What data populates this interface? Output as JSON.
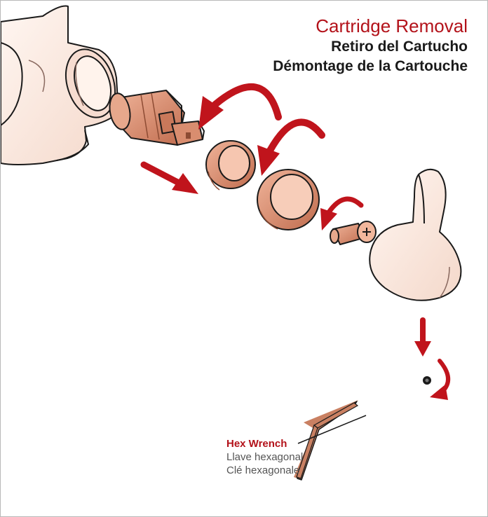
{
  "title": {
    "en": "Cartridge Removal",
    "es": "Retiro del Cartucho",
    "fr": "Démontage de la Cartouche"
  },
  "hex_wrench_label": {
    "en": "Hex Wrench",
    "es": "Llave hexagonal",
    "fr": "Clé hexagonale"
  },
  "colors": {
    "accent_red": "#b3121a",
    "copper": "#d48a6e",
    "faucet_body": "#fbe9e0",
    "outline": "#1a1a1a"
  }
}
